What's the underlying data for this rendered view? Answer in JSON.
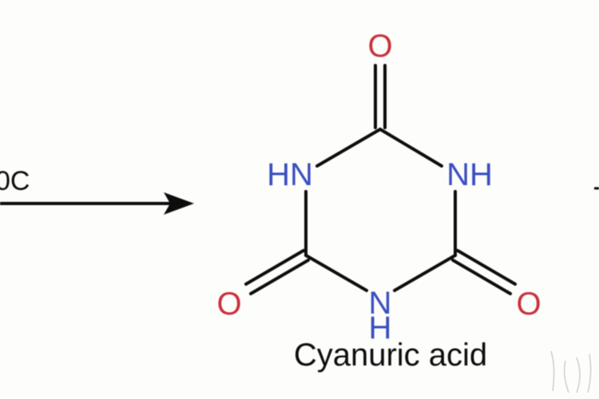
{
  "reaction": {
    "condition_text": "0C",
    "arrow": "right-arrow"
  },
  "molecule": {
    "name": "Cyanuric acid",
    "atoms": {
      "o_top": "O",
      "nh_left": "HN",
      "nh_right": "NH",
      "o_left": "O",
      "o_right": "O",
      "n_bottom": "N",
      "h_bottom": "H"
    }
  },
  "colors": {
    "oxygen": "#c8313b",
    "nitrogen": "#3a4fc0",
    "bond": "#111111",
    "text": "#111111"
  }
}
